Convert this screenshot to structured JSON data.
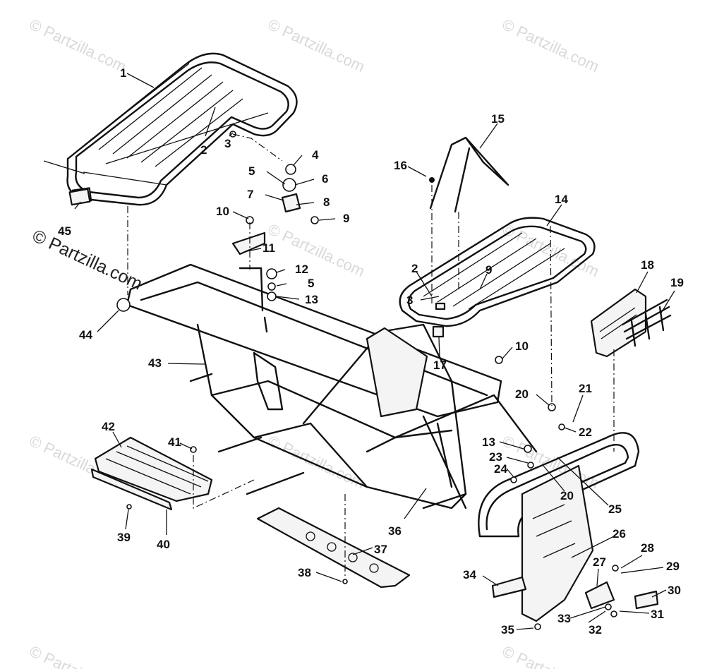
{
  "watermarks": {
    "small": [
      "© Partzilla.com",
      "© Partzilla.com",
      "© Partzilla.com",
      "© Partzilla.com",
      "© Partzilla.com",
      "© Partzilla.com",
      "© Partzilla.com",
      "© Partzilla.com",
      "© Partzilla.com",
      "© Partzilla.com"
    ],
    "large": "© Partzilla.com"
  },
  "callouts": [
    "1",
    "2",
    "3",
    "4",
    "5",
    "6",
    "7",
    "8",
    "9",
    "10",
    "11",
    "12",
    "5",
    "13",
    "45",
    "44",
    "43",
    "42",
    "41",
    "39",
    "40",
    "16",
    "15",
    "14",
    "2",
    "9",
    "3",
    "17",
    "18",
    "19",
    "10",
    "20",
    "21",
    "22",
    "13",
    "23",
    "24",
    "20",
    "25",
    "26",
    "36",
    "37",
    "38",
    "34",
    "35",
    "27",
    "28",
    "29",
    "30",
    "31",
    "32",
    "33"
  ],
  "colors": {
    "ink": "#111111",
    "watermark": "#d9d9d9",
    "background": "#ffffff"
  }
}
